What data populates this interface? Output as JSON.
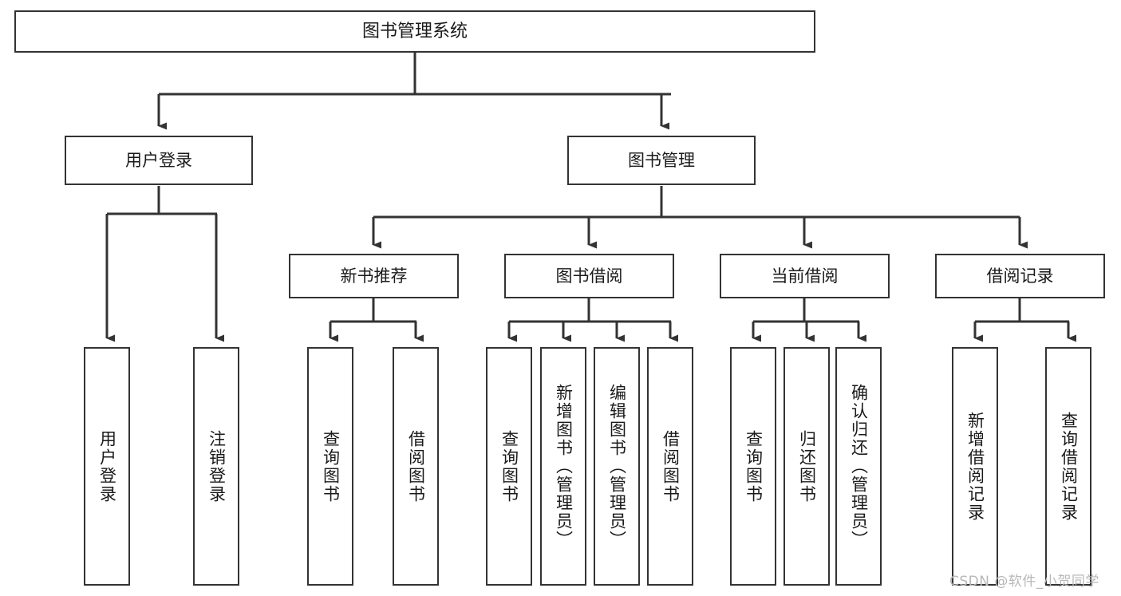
{
  "diagram": {
    "type": "tree",
    "title": "图书管理系统",
    "colors": {
      "node_border": "#333333",
      "node_fill": "#ffffff",
      "edge": "#333333",
      "text": "#1a1a1a",
      "watermark": "#b8b8b8"
    },
    "watermark": "CSDN @软件_小贺同学",
    "nodes": {
      "root": {
        "label": "图书管理系统"
      },
      "level2": [
        {
          "label": "用户登录"
        },
        {
          "label": "图书管理"
        }
      ],
      "level3": [
        {
          "label": "新书推荐"
        },
        {
          "label": "图书借阅"
        },
        {
          "label": "当前借阅"
        },
        {
          "label": "借阅记录"
        }
      ],
      "leaves_user_login": [
        {
          "label": "用户登录"
        },
        {
          "label": "注销登录"
        }
      ],
      "leaves_new_book": [
        {
          "label": "查询图书"
        },
        {
          "label": "借阅图书"
        }
      ],
      "leaves_borrow": [
        {
          "label": "查询图书"
        },
        {
          "label": "新增图书（管理员）"
        },
        {
          "label": "编辑图书（管理员）"
        },
        {
          "label": "借阅图书"
        }
      ],
      "leaves_current": [
        {
          "label": "查询图书"
        },
        {
          "label": "归还图书"
        },
        {
          "label": "确认归还（管理员）"
        }
      ],
      "leaves_record": [
        {
          "label": "新增借阅记录"
        },
        {
          "label": "查询借阅记录"
        }
      ]
    }
  }
}
